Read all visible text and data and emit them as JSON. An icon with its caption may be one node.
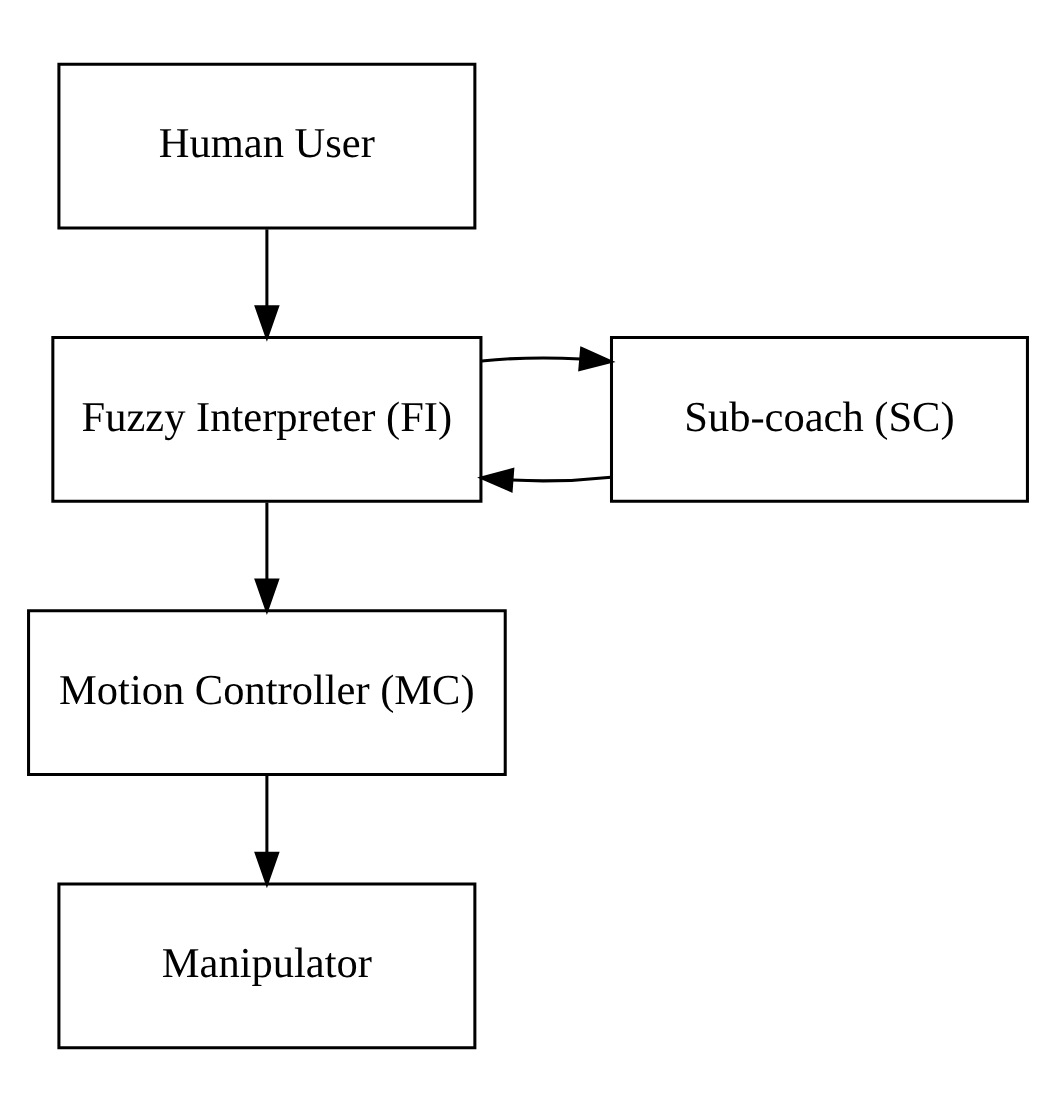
{
  "diagram": {
    "nodes": [
      {
        "text": [
          "Human User"
        ]
      },
      {
        "text": [
          "Sub-coach (SC)"
        ]
      },
      {
        "text": [
          "Fuzzy Interpreter (FI)"
        ]
      },
      {
        "text": [
          "Motion Controller (MC)"
        ]
      },
      {
        "text": [
          "Manipulator"
        ]
      }
    ],
    "edges": [
      {
        "from": 0,
        "to": 2,
        "arrow": "to"
      },
      {
        "from": 1,
        "to": 2,
        "arrow": "to"
      },
      {
        "from": 2,
        "to": 1,
        "arrow": "to"
      },
      {
        "from": 2,
        "to": 3,
        "arrow": "to"
      },
      {
        "from": 3,
        "to": 4,
        "arrow": "to"
      }
    ]
  }
}
